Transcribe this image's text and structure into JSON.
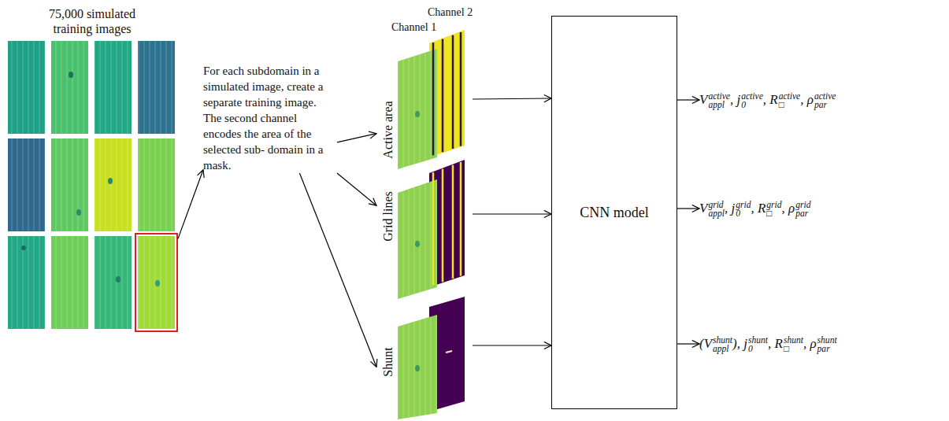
{
  "diagram": {
    "nodes": [
      {
        "text": [
          "75,000 simulated training images"
        ]
      },
      {
        "text": [
          "For each subdomain in a simulated image, create a separate training image. The second channel encodes the area of the selected sub- domain in a mask."
        ]
      },
      {
        "text": [
          "Active area"
        ]
      },
      {
        "text": [
          "Grid lines"
        ]
      },
      {
        "text": [
          "Shunt"
        ]
      },
      {
        "text": [
          "CNN model"
        ]
      },
      {
        "text": [
          "V_appl^active, j_0^active, R_□^active, ρ_par^active"
        ]
      },
      {
        "text": [
          "V_appl^grid, j_0^grid, R_□^grid, ρ_par^grid"
        ]
      },
      {
        "text": [
          "(V_appl^shunt), j_0^shunt, R_□^shunt, ρ_par^shunt"
        ]
      }
    ],
    "edges": [
      {
        "from": 0,
        "to": 1,
        "arrow": "to"
      },
      {
        "from": 1,
        "to": 2,
        "arrow": "to"
      },
      {
        "from": 1,
        "to": 3,
        "arrow": "to"
      },
      {
        "from": 1,
        "to": 4,
        "arrow": "to"
      },
      {
        "from": 2,
        "to": 5,
        "arrow": "to"
      },
      {
        "from": 3,
        "to": 5,
        "arrow": "to"
      },
      {
        "from": 4,
        "to": 5,
        "arrow": "to"
      },
      {
        "from": 5,
        "to": 6,
        "arrow": "to"
      },
      {
        "from": 5,
        "to": 7,
        "arrow": "to"
      },
      {
        "from": 5,
        "to": 8,
        "arrow": "to"
      }
    ],
    "labels": [
      "Channel 2",
      "Channel 1"
    ]
  }
}
